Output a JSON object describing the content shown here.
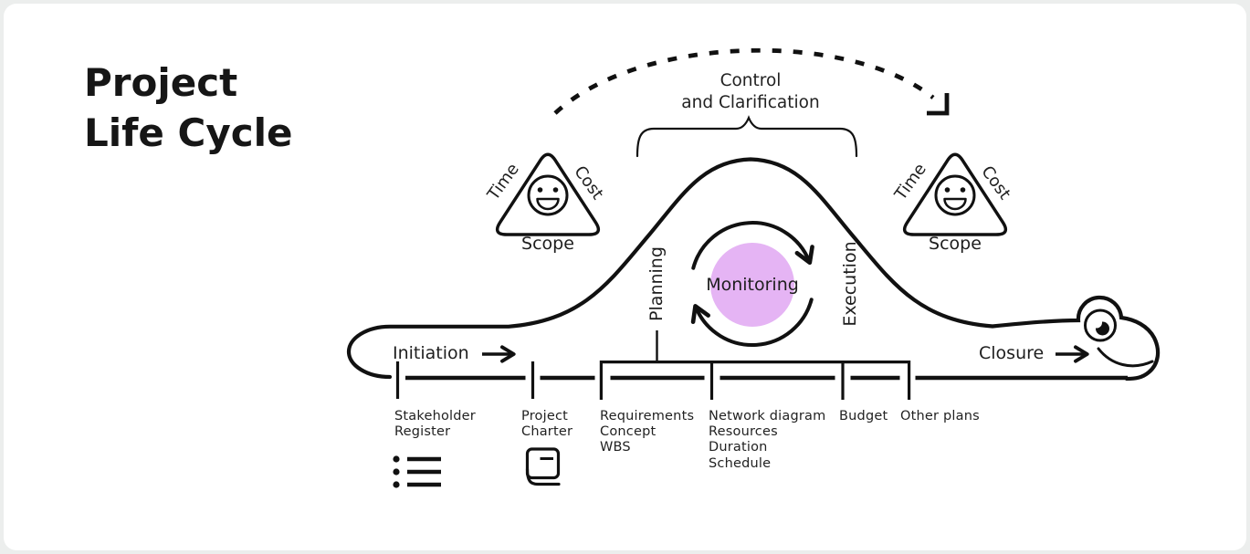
{
  "title": {
    "line1": "Project",
    "line2": "Life Cycle"
  },
  "feedback_arc": {
    "label_line1": "Control",
    "label_line2": "and Clarification"
  },
  "snake": {
    "initiation_label": "Initiation",
    "closure_label": "Closure"
  },
  "cycle": {
    "monitoring_label": "Monitoring",
    "planning_label": "Planning",
    "execution_label": "Execution",
    "circle_color": "#e5b4f4"
  },
  "triangle_left": {
    "time": "Time",
    "cost": "Cost",
    "scope": "Scope"
  },
  "triangle_right": {
    "time": "Time",
    "cost": "Cost",
    "scope": "Scope"
  },
  "deliverables": {
    "stakeholder": {
      "line1": "Stakeholder",
      "line2": "Register",
      "icon": "list-icon"
    },
    "charter": {
      "line1": "Project",
      "line2": "Charter",
      "icon": "book-icon"
    },
    "requirements": {
      "line1": "Requirements",
      "line2": "Concept",
      "line3": "WBS"
    },
    "network": {
      "line1": "Network diagram",
      "line2": "Resources",
      "line3": "Duration",
      "line4": "Schedule"
    },
    "budget": {
      "line1": "Budget"
    },
    "other": {
      "line1": "Other plans"
    }
  },
  "colors": {
    "ink": "#111111",
    "text": "#1e1e1e",
    "monitoring_fill": "#e5b4f4",
    "canvas": "#ffffff",
    "page_background": "#eceeed"
  }
}
